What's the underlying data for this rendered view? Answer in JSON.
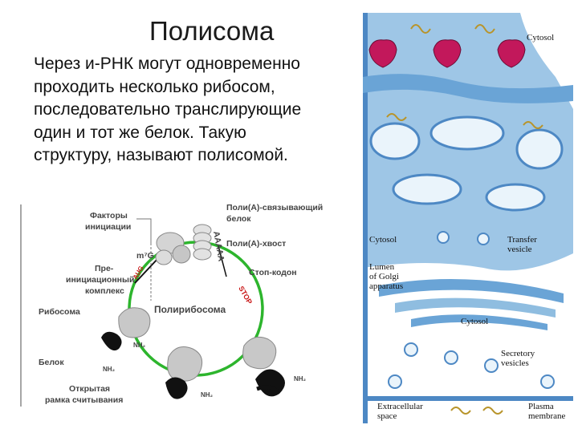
{
  "slide": {
    "title": "Полисома",
    "body_lines": [
      "Через и-РНК могут одновременно",
      "проходить несколько рибосом,",
      "последовательно транслирующие",
      "один и тот же белок. Такую",
      "структуру, называют  полисомой."
    ]
  },
  "polysome_diagram": {
    "center_label": "Полирибосома",
    "labels": {
      "initiation_factors_1": "Факторы",
      "initiation_factors_2": "инициации",
      "m7g": "m⁷G",
      "preinit_1": "Пре-",
      "preinit_2": "инициационный",
      "preinit_3": "комплекс",
      "ribosome": "Рибосома",
      "protein": "Белок",
      "orf_1": "Открытая",
      "orf_2": "рамка считывания",
      "polya_binding_1": "Поли(А)-связывающий",
      "polya_binding_2": "белок",
      "polya_tail": "Поли(А)-хвост",
      "stop_codon": "Стоп-кодон",
      "aug": "AUG",
      "stop": "STOP",
      "aaaaa": "AAAAA",
      "nh2_1": "NH₂",
      "nh2_2": "NH₂",
      "nh2_3": "NH₂",
      "nh2_4": "NH₂"
    }
  },
  "er_diagram": {
    "labels": {
      "cytosol_top": "Cytosol",
      "cytosol_mid": "Cytosol",
      "transfer_1": "Transfer",
      "transfer_2": "vesicle",
      "lumen_1": "Lumen",
      "lumen_2": "of Golgi",
      "lumen_3": "apparatus",
      "cytosol_low": "Cytosol",
      "secretory_1": "Secretory",
      "secretory_2": "vesicles",
      "extracellular_1": "Extracellular",
      "extracellular_2": "space",
      "plasma_1": "Plasma",
      "plasma_2": "membrane"
    }
  }
}
